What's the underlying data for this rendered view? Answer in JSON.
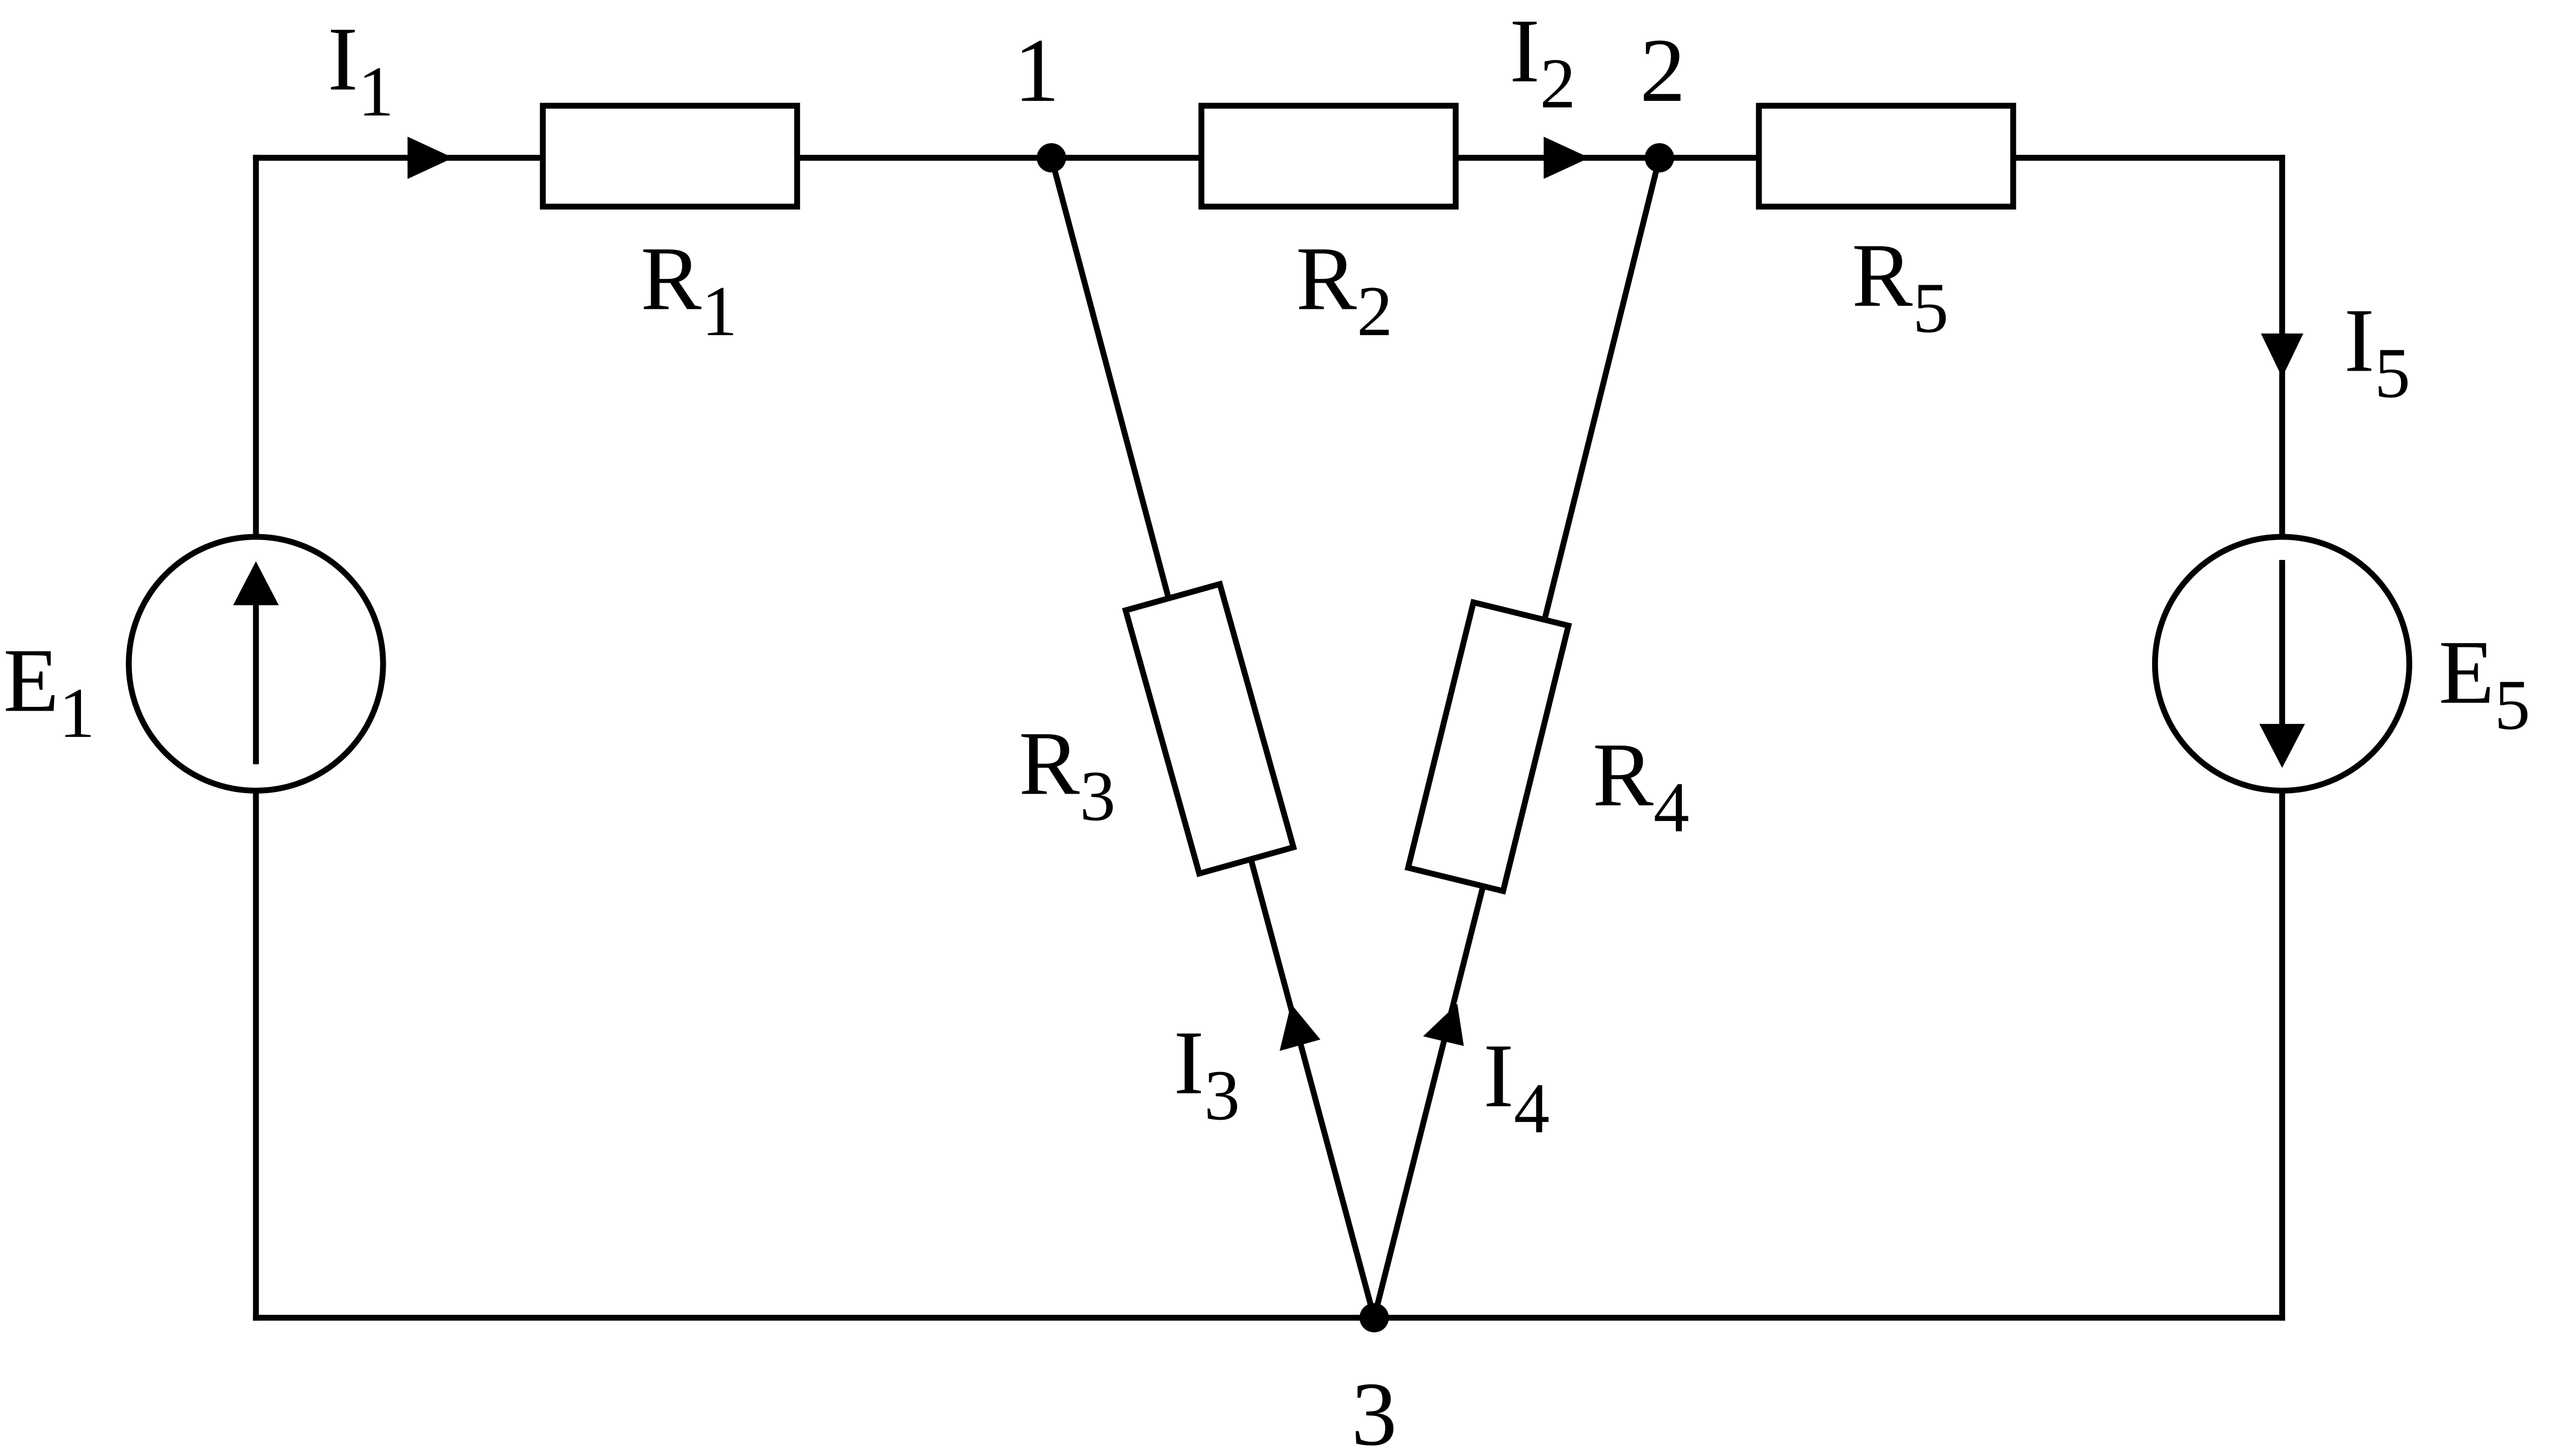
{
  "diagram": {
    "stroke_color": "#000000",
    "background": "#ffffff",
    "nodes": [
      {
        "id": "n1",
        "label": "1"
      },
      {
        "id": "n2",
        "label": "2"
      },
      {
        "id": "n3",
        "label": "3"
      }
    ],
    "resistors": [
      {
        "id": "R1",
        "letter": "R",
        "sub": "1"
      },
      {
        "id": "R2",
        "letter": "R",
        "sub": "2"
      },
      {
        "id": "R3",
        "letter": "R",
        "sub": "3"
      },
      {
        "id": "R4",
        "letter": "R",
        "sub": "4"
      },
      {
        "id": "R5",
        "letter": "R",
        "sub": "5"
      }
    ],
    "sources": [
      {
        "id": "E1",
        "letter": "E",
        "sub": "1",
        "direction": "up"
      },
      {
        "id": "E5",
        "letter": "E",
        "sub": "5",
        "direction": "down"
      }
    ],
    "currents": [
      {
        "id": "I1",
        "letter": "I",
        "sub": "1"
      },
      {
        "id": "I2",
        "letter": "I",
        "sub": "2"
      },
      {
        "id": "I3",
        "letter": "I",
        "sub": "3"
      },
      {
        "id": "I4",
        "letter": "I",
        "sub": "4"
      },
      {
        "id": "I5",
        "letter": "I",
        "sub": "5"
      }
    ]
  }
}
